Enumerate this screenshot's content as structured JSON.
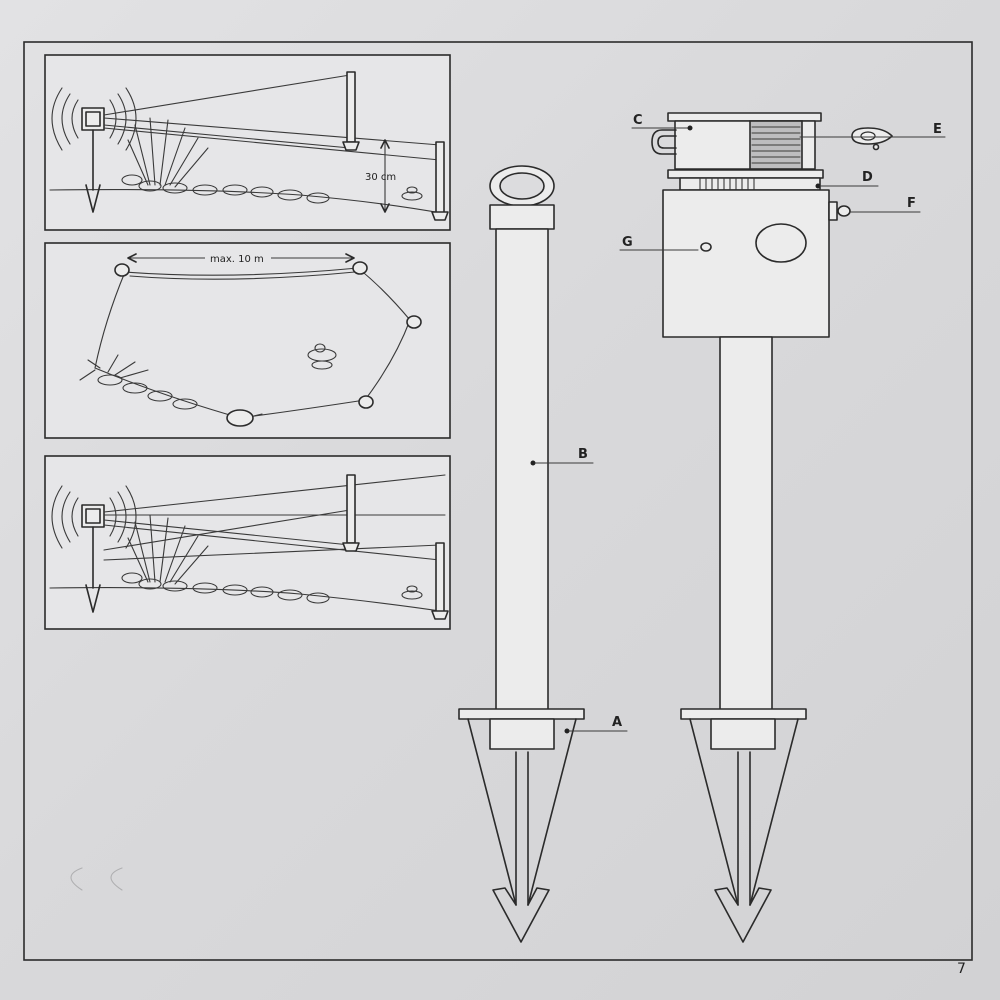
{
  "panels": {
    "top": {
      "height_label": "30 cm"
    },
    "middle": {
      "distance_label": "max. 10 m"
    }
  },
  "parts": {
    "a": "A",
    "b": "B",
    "c": "C",
    "d": "D",
    "e": "E",
    "f": "F",
    "g": "G"
  },
  "page_number": "7"
}
